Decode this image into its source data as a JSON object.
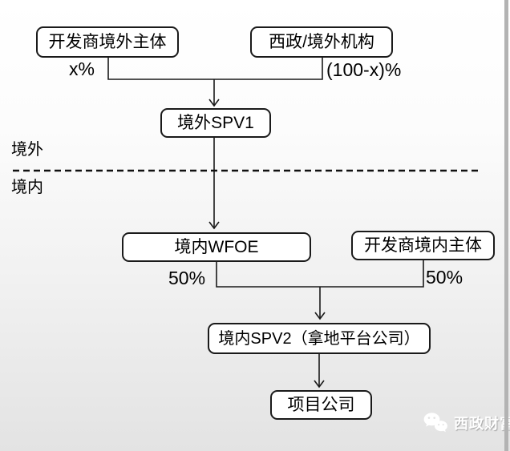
{
  "diagram": {
    "region_labels": {
      "offshore": "境外",
      "onshore": "境内"
    },
    "boxes": {
      "dev_offshore": "开发商境外主体",
      "xizheng_offshore": "西政/境外机构",
      "spv1": "境外SPV1",
      "wfoe": "境内WFOE",
      "dev_onshore": "开发商境内主体",
      "spv2": "境内SPV2（拿地平台公司）",
      "project_co": "项目公司"
    },
    "edge_labels": {
      "dev_offshore_share": "x%",
      "xizheng_share": "(100-x)%",
      "wfoe_share": "50%",
      "dev_onshore_share": "50%"
    }
  },
  "watermark": {
    "brand": "西政财富",
    "icon": "wechat-icon"
  },
  "colors": {
    "line": "#1a1a1a",
    "box_fill": "#ffffff",
    "box_border": "#1a1a1a",
    "background_top": "#ffffff",
    "background_bottom": "#e3e3e3",
    "right_edge_strip": "#b3b3b3",
    "watermark_text": "#ffffff"
  }
}
